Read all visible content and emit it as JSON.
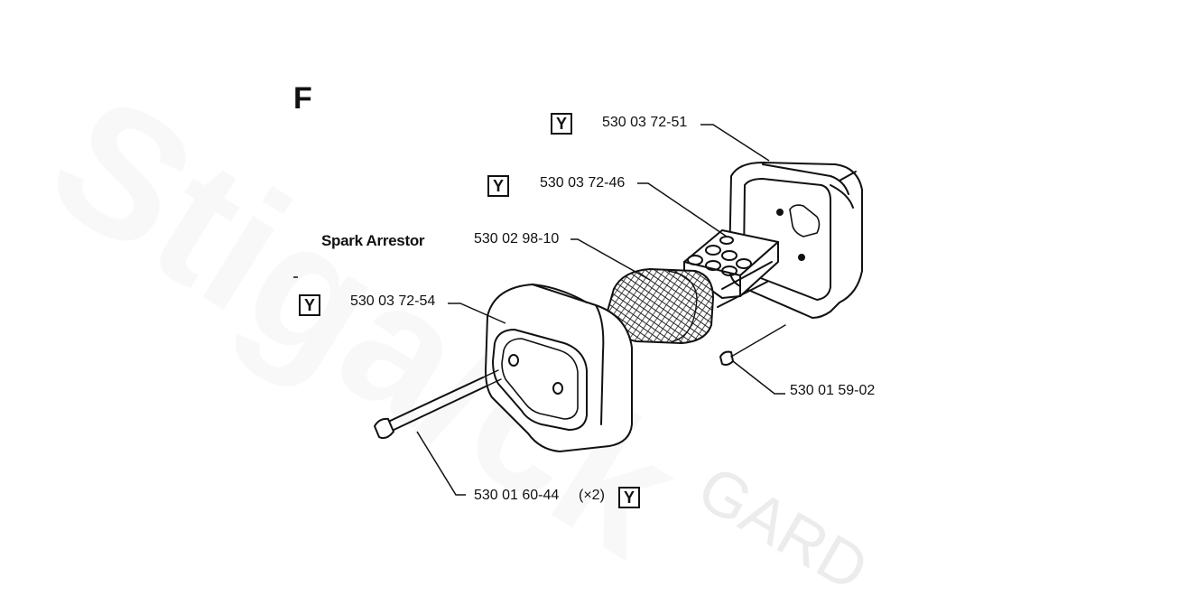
{
  "watermark": {
    "brand": "Stiga/ck",
    "sub": "GARD"
  },
  "section_letter": "F",
  "group_label": "Spark Arrestor",
  "badge": "Y",
  "parts": [
    {
      "id": "p1",
      "number": "530 03 72-51",
      "badge": true
    },
    {
      "id": "p2",
      "number": "530 03 72-46",
      "badge": true
    },
    {
      "id": "p3",
      "number": "530 02 98-10",
      "badge": false
    },
    {
      "id": "p4",
      "number": "530 03 72-54",
      "badge": true
    },
    {
      "id": "p5",
      "number": "530 01 59-02",
      "badge": false
    },
    {
      "id": "p6",
      "number": "530 01 60-44",
      "qty": "(×2)",
      "badge": true
    }
  ]
}
